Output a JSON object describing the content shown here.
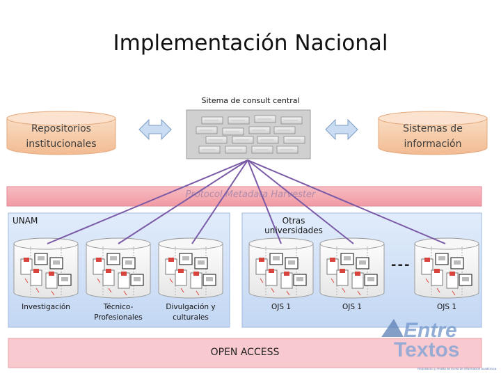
{
  "title": "Implementación Nacional",
  "central_system_label": "Sitema de consult central",
  "left_cylinder": {
    "line1": "Repositorios",
    "line2": "institucionales"
  },
  "right_cylinder": {
    "line1": "Sistemas de",
    "line2": "información"
  },
  "protocol_label": "Protocol Metadata Harvester",
  "unam_group": {
    "title": "UNAM",
    "repositories": [
      {
        "line1": "Investigación",
        "line2": ""
      },
      {
        "line1": "Técnico-",
        "line2": "Profesionales"
      },
      {
        "line1": "Divulgación y",
        "line2": "culturales"
      }
    ]
  },
  "other_group": {
    "title": "Otras universidades",
    "repositories": [
      {
        "line1": "OJS 1",
        "line2": ""
      },
      {
        "line1": "OJS 1",
        "line2": ""
      },
      {
        "line1": "OJS 1",
        "line2": ""
      }
    ]
  },
  "ellipsis": "---",
  "open_access": "OPEN ACCESS",
  "watermark": {
    "logo_text": "Entre Textos",
    "tagline": "Repositorio y revista de la red de información académica"
  },
  "colors": {
    "cylinder_fill": "#f5c9a6",
    "protocol_band": "#f4a5ad",
    "group_panel": "#cfe0f7",
    "arrow_fill": "#c9dcf2",
    "connector_line": "#7a5aa6",
    "open_access_band": "#f8c9cf"
  }
}
